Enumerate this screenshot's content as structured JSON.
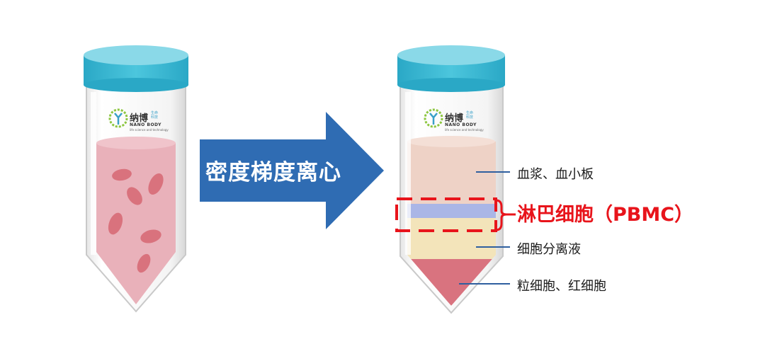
{
  "arrow": {
    "label": "密度梯度离心"
  },
  "logo": {
    "cn": "纳博",
    "tag": "生命科技",
    "en": "NANO BODY",
    "sub": "life science and technology"
  },
  "layers": {
    "plasma": "血浆、血小板",
    "pbmc": "淋巴细胞（PBMC）",
    "medium": "细胞分离液",
    "cells": "粒细胞、红细胞"
  },
  "colors": {
    "cap": "#3bbcd6",
    "cap_top": "#7fd6e6",
    "blood": "#e9a7b0",
    "rbc": "#d9727d",
    "plasma": "#efd0c3",
    "pbmc_band": "#a9b7e6",
    "medium": "#f3e3b8",
    "sediment": "#d9727d",
    "arrow": "#2e6cb5",
    "highlight": "#e8141b",
    "leader": "#2f5f9f"
  }
}
